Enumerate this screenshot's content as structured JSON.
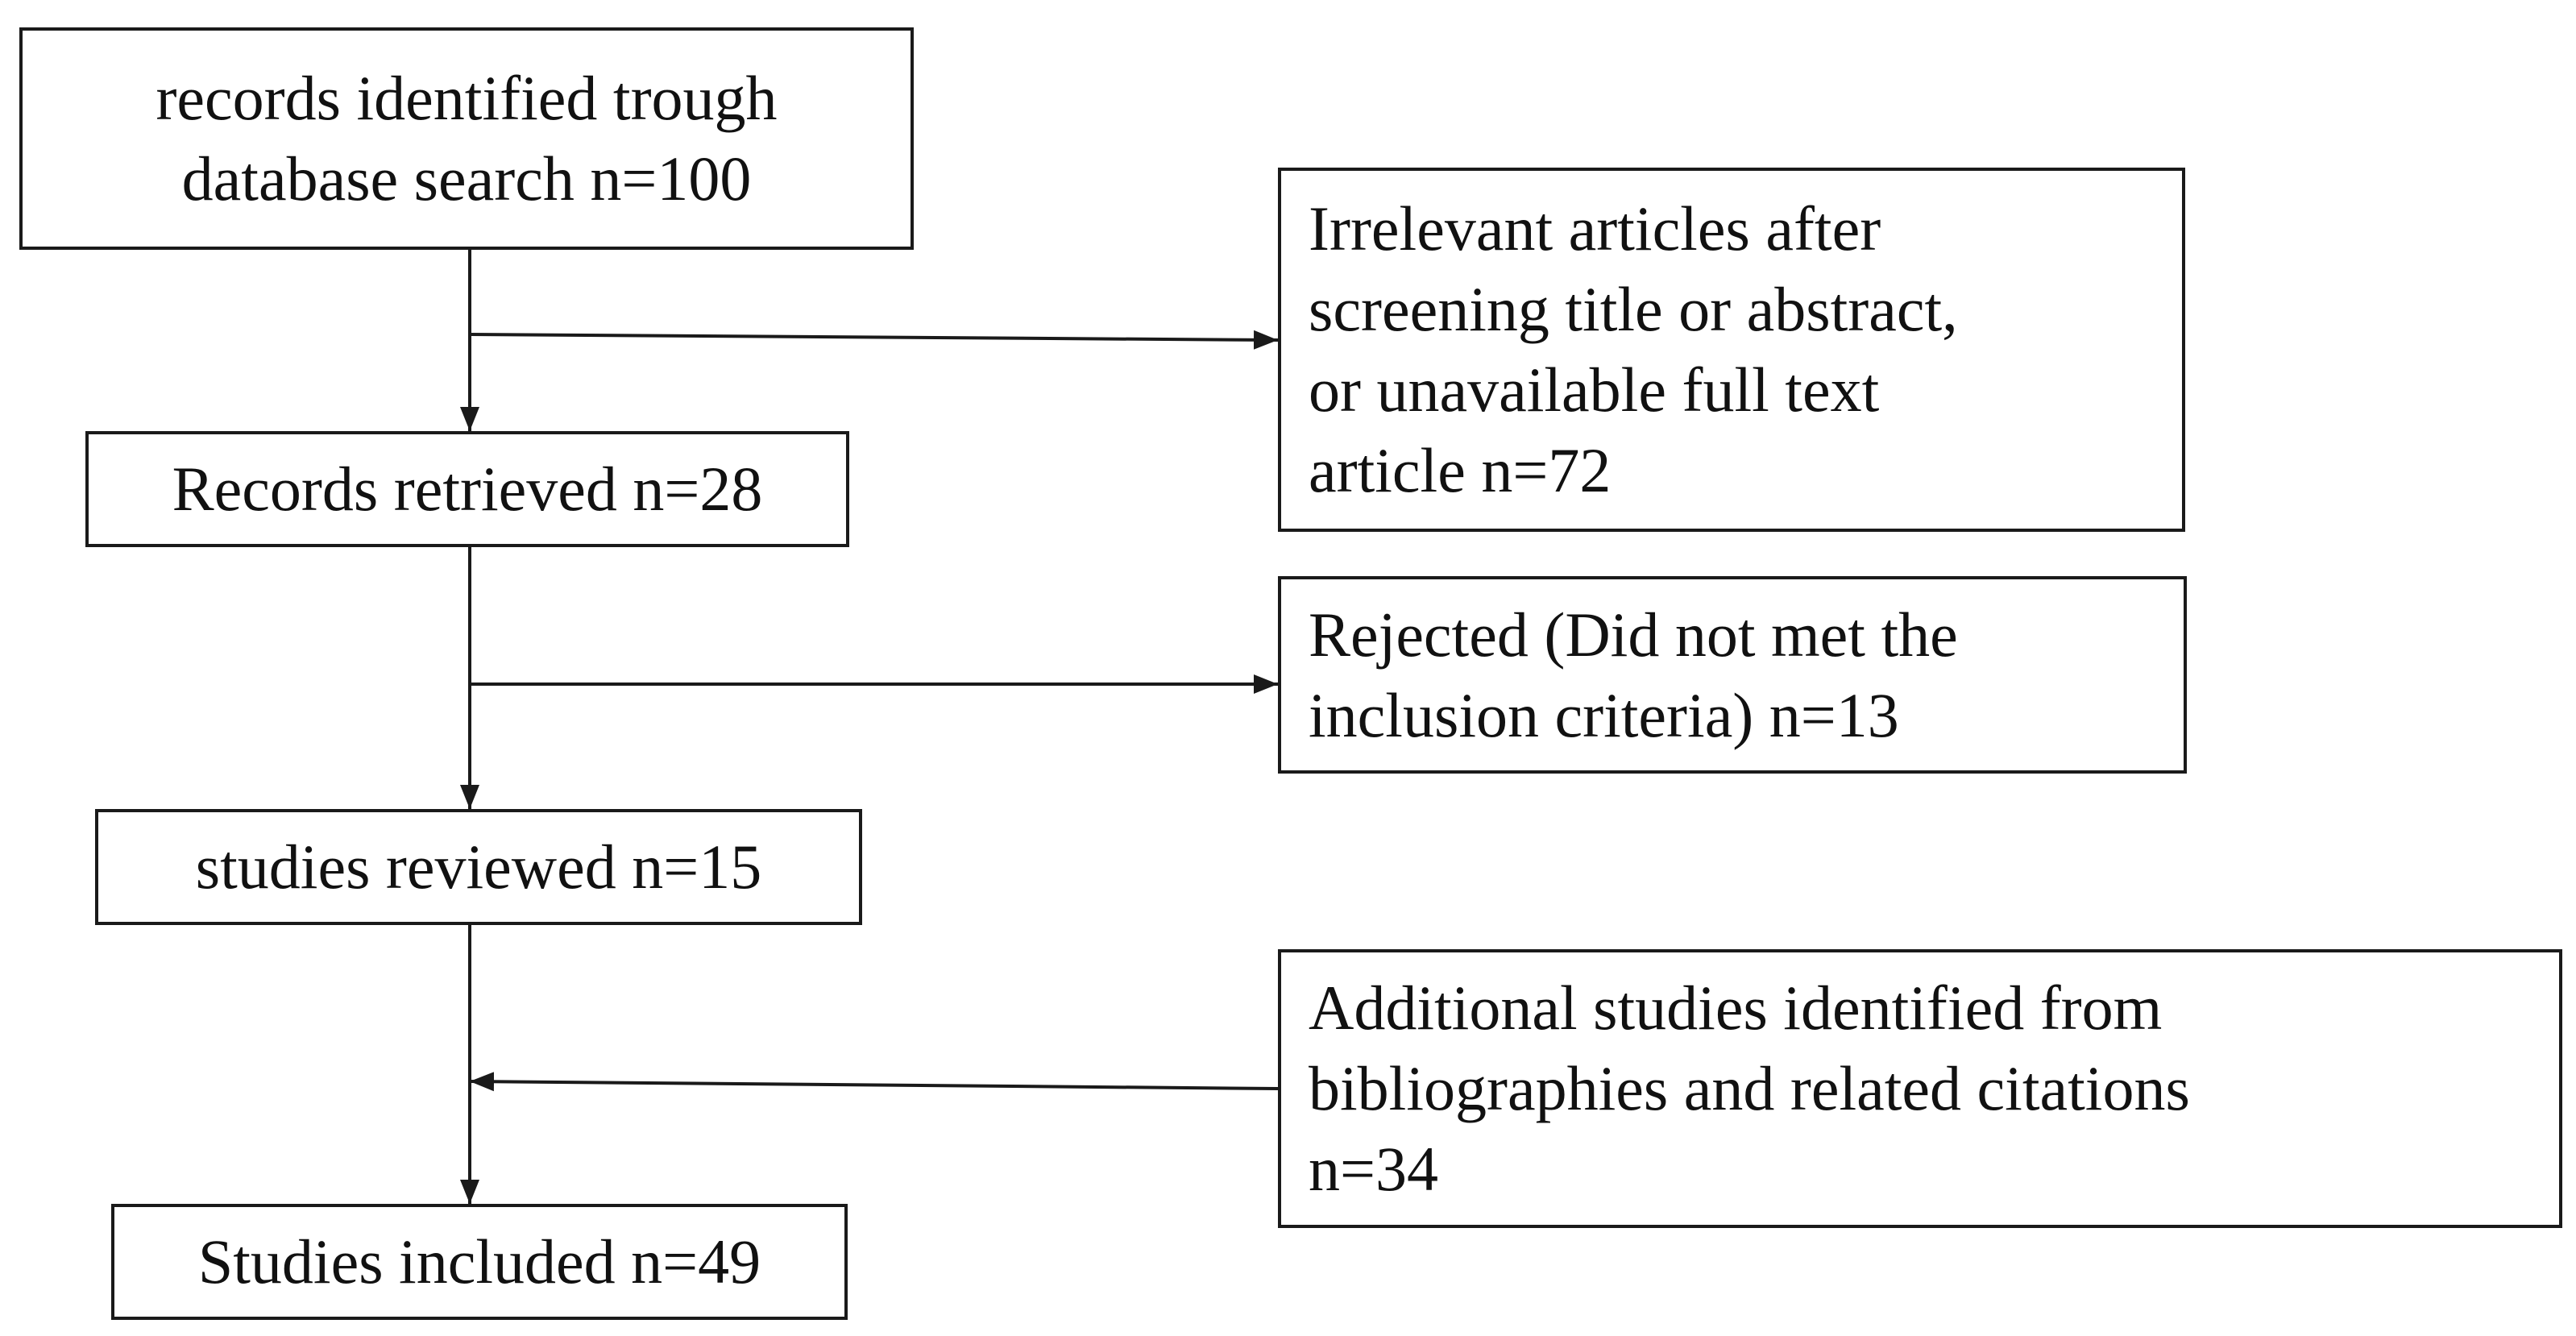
{
  "diagram": {
    "title": "",
    "main_flow": [
      {
        "lines": [
          "records identified trough",
          "database search n=100"
        ]
      },
      {
        "lines": [
          "Records retrieved n=28"
        ]
      },
      {
        "lines": [
          "studies reviewed n=15"
        ]
      },
      {
        "lines": [
          "Studies included n=49"
        ]
      }
    ],
    "side_boxes": [
      {
        "lines": [
          "Irrelevant articles after",
          "screening title or abstract,",
          "or unavailable full text",
          "article n=72"
        ],
        "direction": "out"
      },
      {
        "lines": [
          "Rejected (Did not met the",
          "inclusion criteria) n=13"
        ],
        "direction": "out"
      },
      {
        "lines": [
          "Additional studies identified from",
          "bibliographies and related citations",
          "n=34"
        ],
        "direction": "in"
      }
    ],
    "colors": {
      "stroke": "#1a1a1a",
      "text": "#111111",
      "background": "#ffffff"
    }
  }
}
